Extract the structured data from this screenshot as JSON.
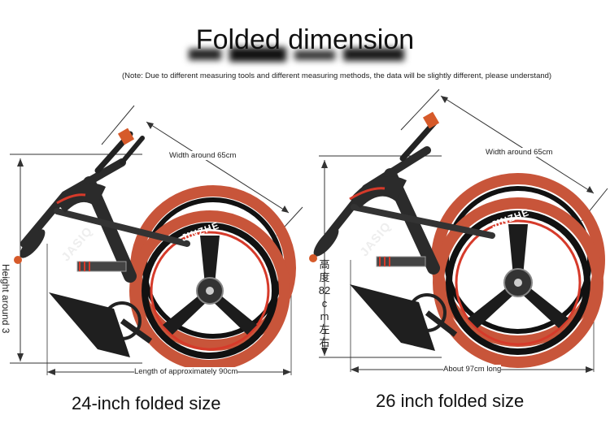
{
  "title": "Folded dimension",
  "note": "(Note: Due to different measuring tools and different measuring methods, the data will be slightly different, please understand)",
  "left": {
    "caption": "24-inch folded size",
    "width_label": "Width around 65cm",
    "height_label": "Height around 3",
    "length_label": "Length of approximately 90cm",
    "frame_text": "JASIQ",
    "wheel_text": "JINZHE"
  },
  "right": {
    "caption": "26 inch folded size",
    "width_label": "Width around 65cm",
    "height_label": "高度82cm左右",
    "length_label": "About 97cm long",
    "frame_text": "JASIQ",
    "wheel_text": "JINZHE"
  },
  "colors": {
    "tire": "#c8553a",
    "frame": "#2b2b2b",
    "accent": "#d63a2a",
    "line": "#222222"
  }
}
